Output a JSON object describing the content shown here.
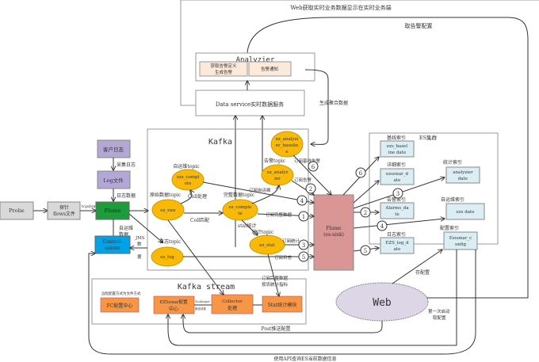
{
  "diagram": {
    "top_label": "Web获取实时业务数据显示在实时业务端",
    "alarm_config_label": "取告警配置",
    "analyzer": {
      "title": "Analyzier",
      "sub1_line1": "获取告警定义",
      "sub1_line2": "生成告警",
      "sub2": "告警通知"
    },
    "data_service": "Data service实时数据服务",
    "gen_agg_label": "生成聚合数据",
    "client_log": "客户日志",
    "collect_log": "采集日志",
    "log_file": "Log文件",
    "log_data": "日志数据",
    "probe": "Probe",
    "probe_file_line1": "探针",
    "probe_file_line2": "flows文件",
    "tcpdump_label": "tcpdump",
    "flume_src": "Flume",
    "ops_data_line1": "自运维",
    "ops_data_line2": "数据",
    "jms_line1": "JMS",
    "jms_line2": "数",
    "jms_line3": "据",
    "control_center_line1": "Control-",
    "control_center_line2": "center",
    "kafka": {
      "title": "Kafka",
      "ez_raw": "ez_raw",
      "raw_topic": "原始数据topic",
      "ezs_compl_line1": "ezs_compl",
      "ezs_compl_line2": "ete",
      "ops_topic": "自运维topic",
      "coll_process": "Coll处理",
      "ez_complete_line1": "ez_comple",
      "ez_complete_line2": "te",
      "complete_topic": "完整数据topic",
      "coll_match": "Coll匹配",
      "ez_analyzer_line1": "ez_analyz",
      "ez_analyzer_line2": "ier",
      "alarm_topic": "告警topic",
      "ez_baseline_line1": "ez_analyzi",
      "ez_baseline_line2": "er_baselin",
      "ez_baseline_line3": "e",
      "ez_stat": "ez_stat",
      "stat_label": "stat统计",
      "stat_topic": "统计topic",
      "ez_log": "ez_log",
      "log_topic": "日志topic"
    },
    "subs": {
      "sub_baseline_alarm": "订阅基线告警",
      "sub_alarm": "订阅告警",
      "sub_ops": "订阅自运维",
      "sub_complete": "订阅完整数据",
      "sub_stat": "订阅统计",
      "sub_log": "订阅日志",
      "sub_complete_stat_line1": "订阅完整数据",
      "sub_complete_stat_line2": "按流统计指标"
    },
    "flume_sink_line1": "Flume",
    "flume_sink_line2": "(es-sink)",
    "es": {
      "title": "ES集群",
      "baseline_index": "基线索引",
      "baseline_box_line1": "ezs_basel",
      "baseline_box_line2": "ine date",
      "detail_index": "详细索引",
      "detail_box_line1": "ezsonar_d",
      "detail_box_line2": "ate",
      "stat_index": "统计索引",
      "stat_box_line1": "analyzier",
      "stat_box_line2": "date",
      "alarm_index": "告警索引",
      "alarm_box_line1": "Alarms_da",
      "alarm_box_line2": "te",
      "ops_index": "自运维索引",
      "ops_box": "ezs date",
      "log_index": "日志索引",
      "log_box_line1": "EZS_log_d",
      "log_box_line2": "ate",
      "config_index": "配置索引",
      "config_box_line1": "Ezsonar_c",
      "config_box_line2": "onfig"
    },
    "numbers": [
      "1",
      "2",
      "3",
      "4",
      "5",
      "6"
    ],
    "kafka_stream": {
      "title": "Kafka stream",
      "fc_note": "远程配置方式为文件方式",
      "fc_center": "FC配置中心",
      "ezsonar_center_line1": "EZSonar配置",
      "ezsonar_center_line2": "中心",
      "zk_label_line1": "Zookeeper",
      "zk_label_line2": "推送消息",
      "collector_line1": "Collector",
      "collector_line2": "处理",
      "stat_module": "Stat统计模块"
    },
    "web": "Web",
    "save_config": "存配置",
    "first_start_line1": "第一次启动",
    "first_start_line2": "取配置",
    "post_push": "Post推送配置",
    "api_query": "使用API查询ES当前数据信息"
  }
}
